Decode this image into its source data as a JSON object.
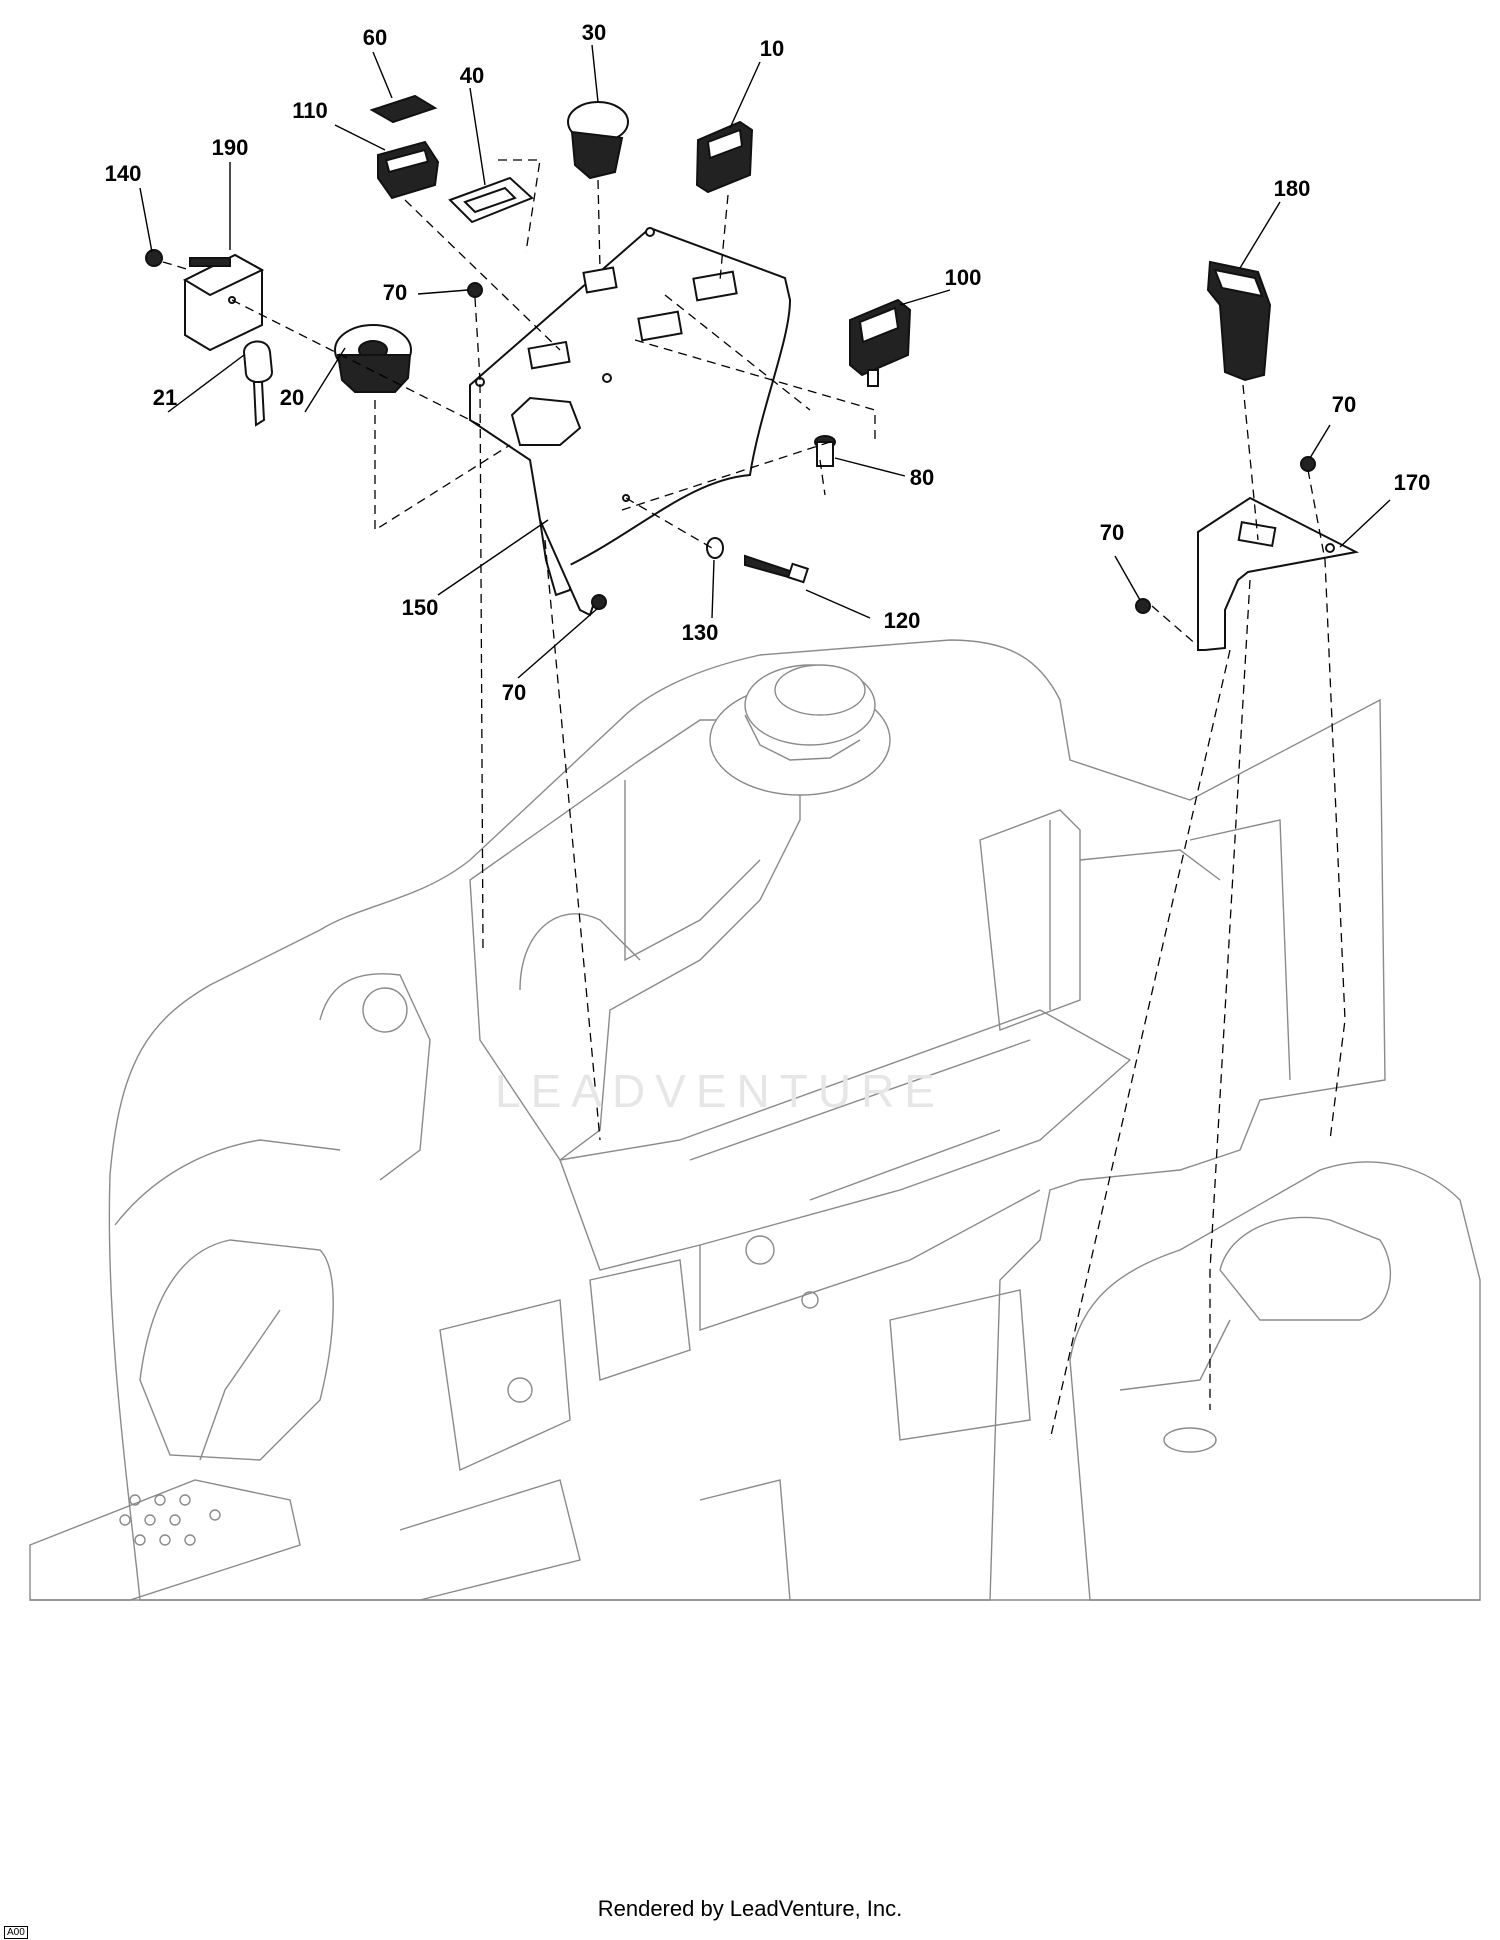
{
  "diagram": {
    "callouts": [
      "60",
      "30",
      "10",
      "40",
      "110",
      "190",
      "140",
      "180",
      "70",
      "100",
      "21",
      "20",
      "80",
      "150",
      "130",
      "120",
      "170"
    ],
    "watermark": "LEADVENTURE",
    "illustration_id": "ET_ILL_67135",
    "revision": "A00",
    "footer": "Rendered by LeadVenture, Inc."
  }
}
